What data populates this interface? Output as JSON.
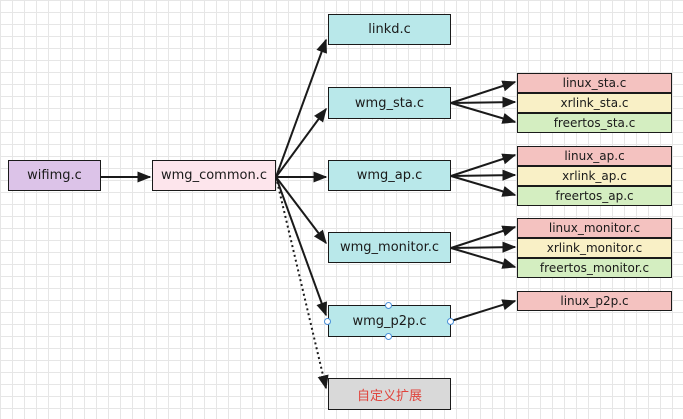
{
  "nodes": {
    "wifimg": "wifimg.c",
    "wmg_common": "wmg_common.c",
    "linkd": "linkd.c",
    "wmg_sta": "wmg_sta.c",
    "wmg_ap": "wmg_ap.c",
    "wmg_monitor": "wmg_monitor.c",
    "wmg_p2p": "wmg_p2p.c",
    "custom_ext": "自定义扩展",
    "linux_sta": "linux_sta.c",
    "xrlink_sta": "xrlink_sta.c",
    "freertos_sta": "freertos_sta.c",
    "linux_ap": "linux_ap.c",
    "xrlink_ap": "xrlink_ap.c",
    "freertos_ap": "freertos_ap.c",
    "linux_monitor": "linux_monitor.c",
    "xrlink_monitor": "xrlink_monitor.c",
    "freertos_monitor": "freertos_monitor.c",
    "linux_p2p": "linux_p2p.c"
  },
  "colors": {
    "purple": "#dcc3e8",
    "pink": "#fde5ec",
    "cyan": "#b9e8ea",
    "red": "#f4c2c0",
    "yellow": "#f9f0c6",
    "green": "#d4eec1",
    "gray": "#d9d9d9",
    "custom_text": "#e0443d"
  }
}
